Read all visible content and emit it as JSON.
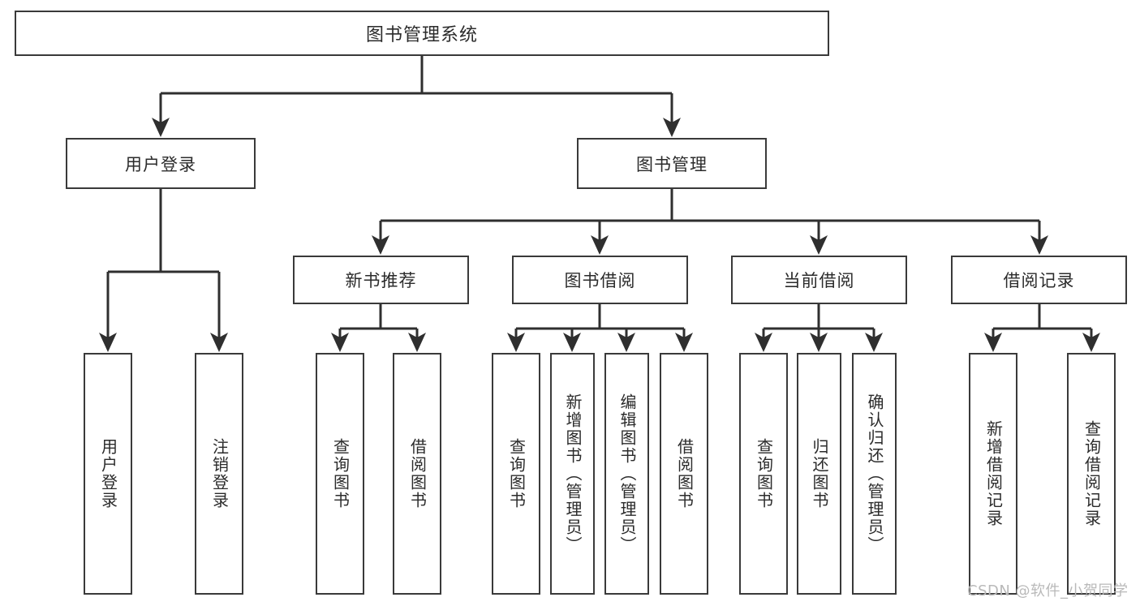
{
  "diagram": {
    "title": "图书管理系统",
    "type": "hierarchy-tree",
    "watermark": "CSDN @软件_小贺同学",
    "colors": {
      "stroke": "#3a3a3a",
      "fill": "#ffffff",
      "text": "#2b2b2b",
      "watermark": "#b9b9b9"
    },
    "levels": {
      "root": [
        "图书管理系统"
      ],
      "level2": [
        "用户登录",
        "图书管理"
      ],
      "level3": [
        "新书推荐",
        "图书借阅",
        "当前借阅",
        "借阅记录"
      ],
      "leaves": [
        "用户登录",
        "注销登录",
        "查询图书",
        "借阅图书",
        "查询图书",
        "新增图书（管理员）",
        "编辑图书（管理员）",
        "借阅图书",
        "查询图书",
        "归还图书",
        "确认归还（管理员）",
        "新增借阅记录",
        "查询借阅记录"
      ]
    },
    "nodes": {
      "root": {
        "label": "图书管理系统"
      },
      "user_login": {
        "label": "用户登录"
      },
      "book_mgmt": {
        "label": "图书管理"
      },
      "new_book_rec": {
        "label": "新书推荐"
      },
      "book_borrow": {
        "label": "图书借阅"
      },
      "current_borrow": {
        "label": "当前借阅"
      },
      "borrow_record": {
        "label": "借阅记录"
      },
      "leaf_user_login": {
        "label": "用户登录"
      },
      "leaf_logout": {
        "label": "注销登录"
      },
      "leaf_query_book_a": {
        "label": "查询图书"
      },
      "leaf_borrow_book_a": {
        "label": "借阅图书"
      },
      "leaf_query_book_b": {
        "label": "查询图书"
      },
      "leaf_add_book": {
        "label": "新增图书（管理员）"
      },
      "leaf_edit_book": {
        "label": "编辑图书（管理员）"
      },
      "leaf_borrow_book_b": {
        "label": "借阅图书"
      },
      "leaf_query_book_c": {
        "label": "查询图书"
      },
      "leaf_return_book": {
        "label": "归还图书"
      },
      "leaf_confirm_return": {
        "label": "确认归还（管理员）"
      },
      "leaf_add_record": {
        "label": "新增借阅记录"
      },
      "leaf_query_record": {
        "label": "查询借阅记录"
      }
    }
  }
}
